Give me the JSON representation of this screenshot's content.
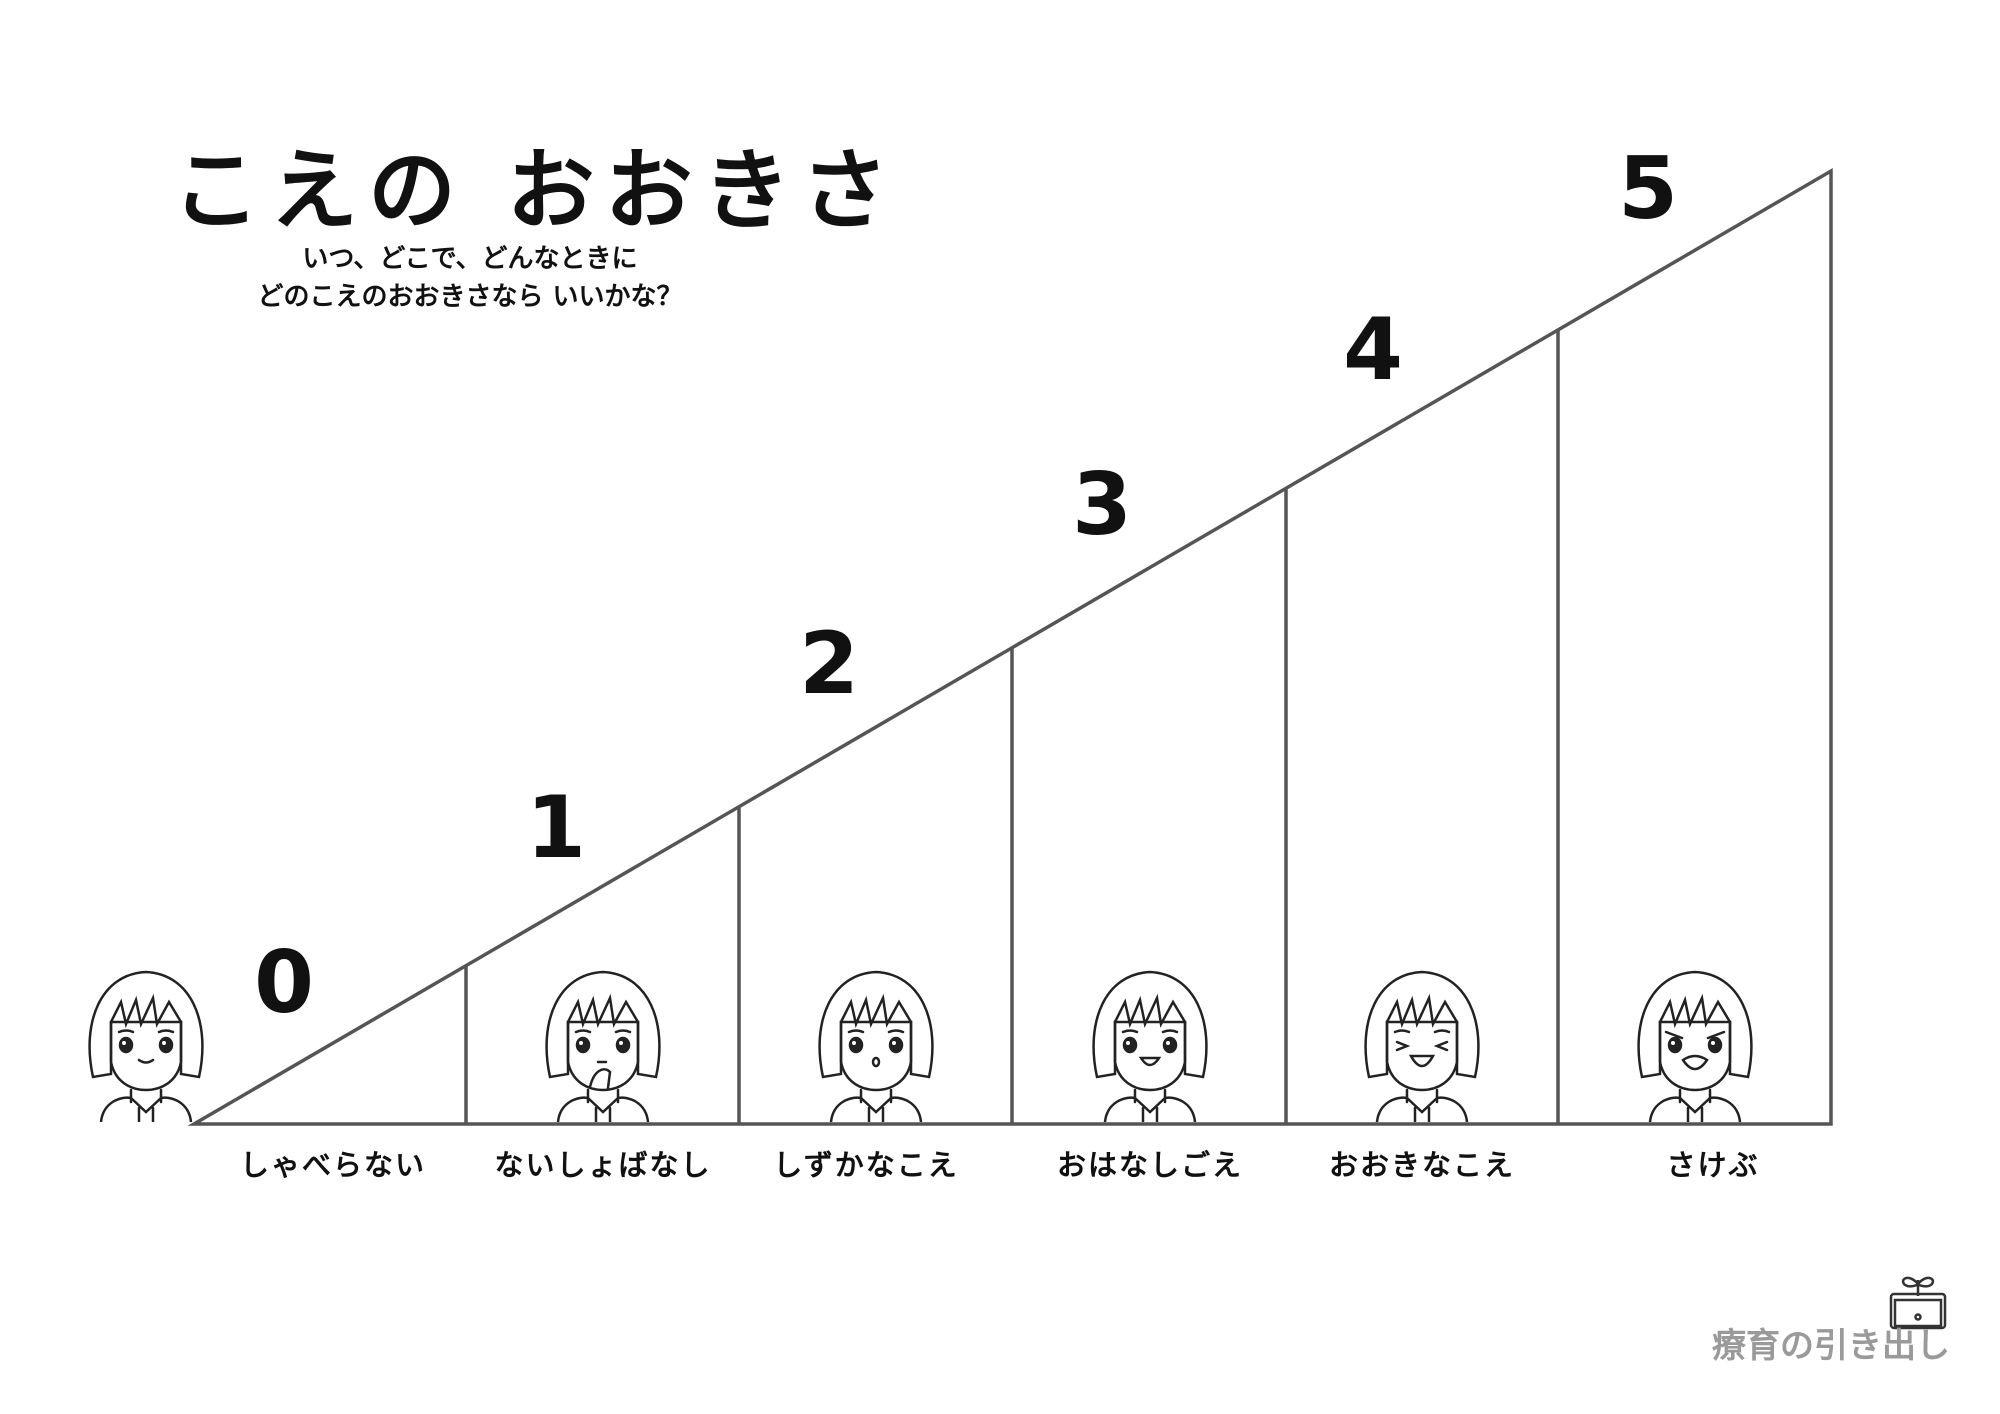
{
  "title": "こえの おおきさ",
  "subtitle": [
    "いつ、どこで、どんなときに",
    "どのこえのおおきさなら いいかな？"
  ],
  "levels": [
    {
      "number": "0",
      "label": "しゃべらない",
      "expression": "smile"
    },
    {
      "number": "1",
      "label": "ないしょばなし",
      "expression": "whisper"
    },
    {
      "number": "2",
      "label": "しずかなこえ",
      "expression": "small-mouth"
    },
    {
      "number": "3",
      "label": "おはなしごえ",
      "expression": "talking"
    },
    {
      "number": "4",
      "label": "おおきなこえ",
      "expression": "laughing"
    },
    {
      "number": "5",
      "label": "さけぶ",
      "expression": "shouting"
    }
  ],
  "logo": {
    "text": "療育の引き出し",
    "icon": "drawer-sprout-icon"
  },
  "colors": {
    "line": "#555555",
    "logo": "#9a9a9a"
  }
}
